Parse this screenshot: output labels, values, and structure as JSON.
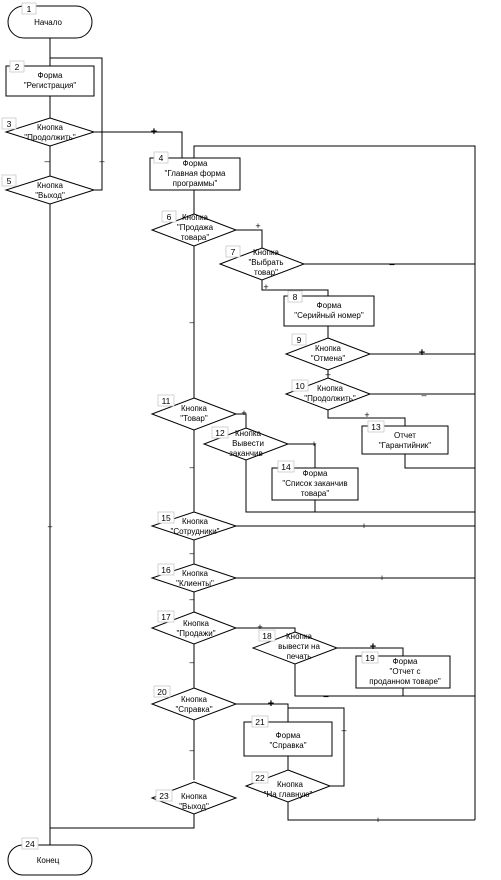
{
  "nodes": {
    "n1": {
      "num": "1",
      "lines": [
        "Начало"
      ]
    },
    "n2": {
      "num": "2",
      "lines": [
        "Форма",
        "\"Регистрация\""
      ]
    },
    "n3": {
      "num": "3",
      "lines": [
        "Кнопка",
        "\"Продолжить\""
      ]
    },
    "n4": {
      "num": "4",
      "lines": [
        "Форма",
        "\"Главная форма",
        "программы\""
      ]
    },
    "n5": {
      "num": "5",
      "lines": [
        "Кнопка",
        "\"Выход\""
      ]
    },
    "n6": {
      "num": "6",
      "lines": [
        "Кнопка",
        "\"Продажа",
        "товара\""
      ]
    },
    "n7": {
      "num": "7",
      "lines": [
        "Кнопка",
        "\"Выбрать",
        "товар\""
      ]
    },
    "n8": {
      "num": "8",
      "lines": [
        "Форма",
        "\"Серийный номер\""
      ]
    },
    "n9": {
      "num": "9",
      "lines": [
        "Кнопка",
        "\"Отмена\""
      ]
    },
    "n10": {
      "num": "10",
      "lines": [
        "Кнопка",
        "\"Продолжить\""
      ]
    },
    "n11": {
      "num": "11",
      "lines": [
        "Кнопка",
        "\"Товар\""
      ]
    },
    "n12": {
      "num": "12",
      "lines": [
        "Кнопка",
        "Вывести",
        "заканчив"
      ]
    },
    "n13": {
      "num": "13",
      "lines": [
        "Отчет",
        "\"Гарантийник\""
      ]
    },
    "n14": {
      "num": "14",
      "lines": [
        "Форма",
        "\"Список заканчив",
        "товара\""
      ]
    },
    "n15": {
      "num": "15",
      "lines": [
        "Кнопка",
        "\"Сотрудники\""
      ]
    },
    "n16": {
      "num": "16",
      "lines": [
        "Кнопка",
        "\"Клиенты\""
      ]
    },
    "n17": {
      "num": "17",
      "lines": [
        "Кнопка",
        "\"Продажи\""
      ]
    },
    "n18": {
      "num": "18",
      "lines": [
        "Кнопка",
        "вывести на",
        "печать"
      ]
    },
    "n19": {
      "num": "19",
      "lines": [
        "Форма",
        "\"Отчет с",
        "проданном товаре\""
      ]
    },
    "n20": {
      "num": "20",
      "lines": [
        "Кнопка",
        "\"Справка\""
      ]
    },
    "n21": {
      "num": "21",
      "lines": [
        "Форма",
        "\"Справка\""
      ]
    },
    "n22": {
      "num": "22",
      "lines": [
        "Кнопка",
        "\"На главную\""
      ]
    },
    "n23": {
      "num": "23",
      "lines": [
        "Кнопка",
        "\"Выход\""
      ]
    },
    "n24": {
      "num": "24",
      "lines": [
        "Конец"
      ]
    }
  },
  "markers": {
    "plus": "+",
    "minus": "–"
  }
}
